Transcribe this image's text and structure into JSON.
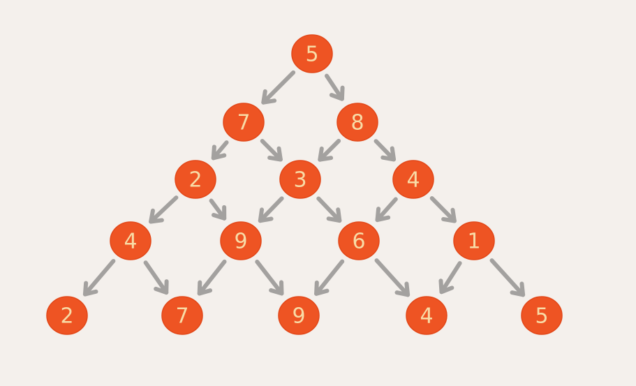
{
  "diagram": {
    "type": "number-triangle",
    "node_color": "#ee5423",
    "label_color": "#f8dca7",
    "edge_color": "#a3a19f",
    "background": "#f4f0ec",
    "rows": [
      [
        "5"
      ],
      [
        "7",
        "8"
      ],
      [
        "2",
        "3",
        "4"
      ],
      [
        "4",
        "9",
        "6",
        "1"
      ],
      [
        "2",
        "7",
        "9",
        "4",
        "5"
      ]
    ],
    "edges": [
      {
        "from": [
          0,
          0
        ],
        "to": [
          1,
          0
        ]
      },
      {
        "from": [
          0,
          0
        ],
        "to": [
          1,
          1
        ]
      },
      {
        "from": [
          1,
          0
        ],
        "to": [
          2,
          0
        ]
      },
      {
        "from": [
          1,
          0
        ],
        "to": [
          2,
          1
        ]
      },
      {
        "from": [
          1,
          1
        ],
        "to": [
          2,
          1
        ]
      },
      {
        "from": [
          1,
          1
        ],
        "to": [
          2,
          2
        ]
      },
      {
        "from": [
          2,
          0
        ],
        "to": [
          3,
          0
        ]
      },
      {
        "from": [
          2,
          0
        ],
        "to": [
          3,
          1
        ]
      },
      {
        "from": [
          2,
          1
        ],
        "to": [
          3,
          1
        ]
      },
      {
        "from": [
          2,
          1
        ],
        "to": [
          3,
          2
        ]
      },
      {
        "from": [
          2,
          2
        ],
        "to": [
          3,
          2
        ]
      },
      {
        "from": [
          2,
          2
        ],
        "to": [
          3,
          3
        ]
      },
      {
        "from": [
          3,
          0
        ],
        "to": [
          4,
          0
        ]
      },
      {
        "from": [
          3,
          0
        ],
        "to": [
          4,
          1
        ]
      },
      {
        "from": [
          3,
          1
        ],
        "to": [
          4,
          1
        ]
      },
      {
        "from": [
          3,
          1
        ],
        "to": [
          4,
          2
        ]
      },
      {
        "from": [
          3,
          2
        ],
        "to": [
          4,
          2
        ]
      },
      {
        "from": [
          3,
          2
        ],
        "to": [
          4,
          3
        ]
      },
      {
        "from": [
          3,
          3
        ],
        "to": [
          4,
          3
        ]
      },
      {
        "from": [
          3,
          3
        ],
        "to": [
          4,
          4
        ]
      }
    ]
  }
}
